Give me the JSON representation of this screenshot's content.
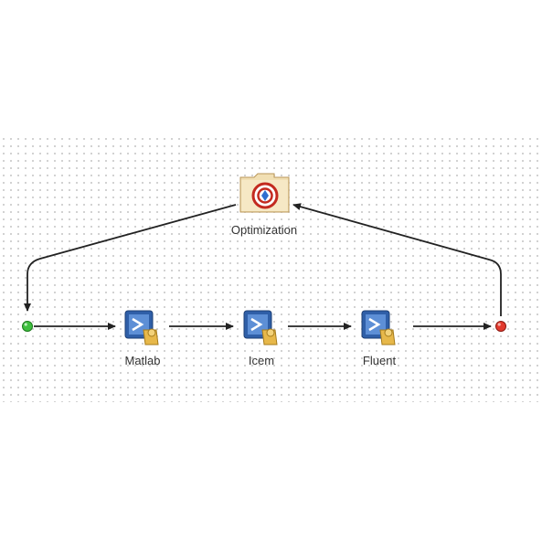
{
  "workflow": {
    "nodes": [
      {
        "id": "start",
        "kind": "start",
        "color": "#3fbf3f"
      },
      {
        "id": "matlab",
        "kind": "application",
        "label": "Matlab"
      },
      {
        "id": "icem",
        "kind": "application",
        "label": "Icem"
      },
      {
        "id": "fluent",
        "kind": "application",
        "label": "Fluent"
      },
      {
        "id": "end",
        "kind": "end",
        "color": "#e23a2e"
      },
      {
        "id": "optimization",
        "kind": "driver",
        "label": "Optimization"
      }
    ],
    "edges": [
      {
        "from": "start",
        "to": "matlab"
      },
      {
        "from": "matlab",
        "to": "icem"
      },
      {
        "from": "icem",
        "to": "fluent"
      },
      {
        "from": "fluent",
        "to": "end"
      },
      {
        "from": "end",
        "to": "optimization"
      },
      {
        "from": "optimization",
        "to": "start"
      }
    ],
    "icons": {
      "application": "application-script-icon",
      "driver": "optimization-target-icon"
    }
  }
}
